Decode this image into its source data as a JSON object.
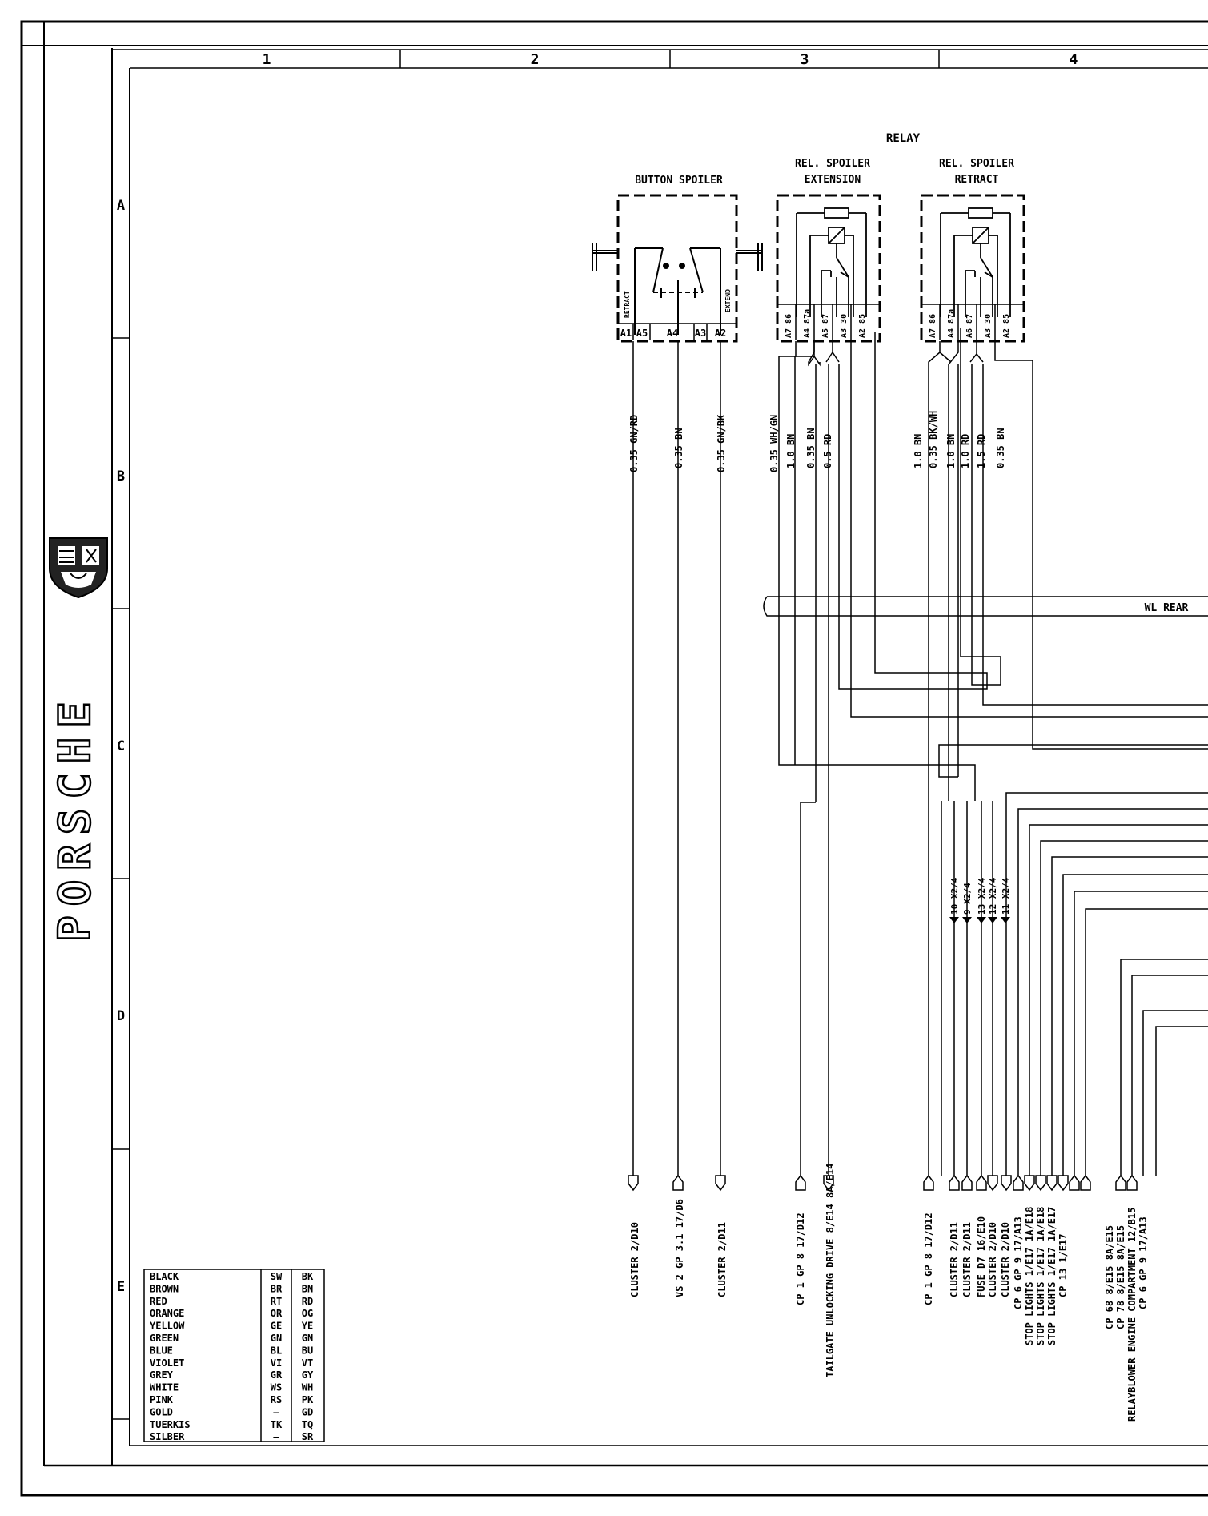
{
  "border": {
    "columns": [
      "1",
      "2",
      "3",
      "4"
    ],
    "rows": [
      "A",
      "B",
      "C",
      "D",
      "E"
    ],
    "brand_text": "PORSCHE",
    "crest_icon": "porsche-crest-icon"
  },
  "components": {
    "relay_group_label": "RELAY",
    "button_spoiler": {
      "title": "BUTTON SPOILER",
      "side_left": "RETRACT",
      "side_right": "EXTEND",
      "pins": [
        "A1",
        "A5",
        "A4",
        "A3",
        "A2"
      ]
    },
    "relay_extension": {
      "title_line1": "REL. SPOILER",
      "title_line2": "EXTENSION",
      "pins": [
        "A7 86",
        "A4 87a",
        "A5 87",
        "A3 30",
        "A2 85"
      ]
    },
    "relay_retract": {
      "title_line1": "REL. SPOILER",
      "title_line2": "RETRACT",
      "pins": [
        "A7 86",
        "A4 87a",
        "A6 87",
        "A3 30",
        "A2 85"
      ]
    }
  },
  "wires": {
    "button": [
      "0.35 GN/RD",
      "0.35 BN",
      "0.35 GN/BK"
    ],
    "extension": [
      "0.35 WH/GN",
      "1.0 BN",
      "0.35 BN",
      "0.5 RD"
    ],
    "retract": [
      "1.0 BN",
      "0.35 BK/WH",
      "1.0 BN",
      "1.0 RD",
      "1.5 RD",
      "0.35 BN"
    ]
  },
  "harness_label": "WL REAR",
  "connectors": [
    "10 X2/4",
    "9 X2/4",
    "13 X2/4",
    "12 X2/4",
    "11 X2/4"
  ],
  "destinations": [
    "CLUSTER  2/D10",
    "VS 2 GP 3.1 17/D6",
    "CLUSTER  2/D11",
    "CP 1 GP 8 17/D12",
    "TAILGATE UNLOCKING DRIVE   8/E14 8A/E14",
    "CP 1 GP 8 17/D12",
    "CLUSTER  2/D11",
    "CLUSTER  2/D11",
    "FUSE D7 16/E10",
    "CLUSTER  2/D10",
    "CLUSTER  2/D10",
    "CP 6 GP 9 17/A13",
    "STOP LIGHTS  1/E17 1A/E18",
    "STOP LIGHTS  1/E17 1A/E18",
    "STOP LIGHTS  1/E17 1A/E17",
    "CP 13  1/E17",
    "CP 68  8/E15 8A/E15",
    "CP 78  8/E15 8A/E15",
    "RELAYBLOWER ENGINE COMPARTMENT 12/B15",
    "CP 6 GP 9 17/A13"
  ],
  "legend": [
    {
      "name": "BLACK",
      "de": "SW",
      "en": "BK"
    },
    {
      "name": "BROWN",
      "de": "BR",
      "en": "BN"
    },
    {
      "name": "RED",
      "de": "RT",
      "en": "RD"
    },
    {
      "name": "ORANGE",
      "de": "OR",
      "en": "OG"
    },
    {
      "name": "YELLOW",
      "de": "GE",
      "en": "YE"
    },
    {
      "name": "GREEN",
      "de": "GN",
      "en": "GN"
    },
    {
      "name": "BLUE",
      "de": "BL",
      "en": "BU"
    },
    {
      "name": "VIOLET",
      "de": "VI",
      "en": "VT"
    },
    {
      "name": "GREY",
      "de": "GR",
      "en": "GY"
    },
    {
      "name": "WHITE",
      "de": "WS",
      "en": "WH"
    },
    {
      "name": "PINK",
      "de": "RS",
      "en": "PK"
    },
    {
      "name": "GOLD",
      "de": "—",
      "en": "GD"
    },
    {
      "name": "TUERKIS",
      "de": "TK",
      "en": "TQ"
    },
    {
      "name": "SILBER",
      "de": "—",
      "en": "SR"
    }
  ]
}
